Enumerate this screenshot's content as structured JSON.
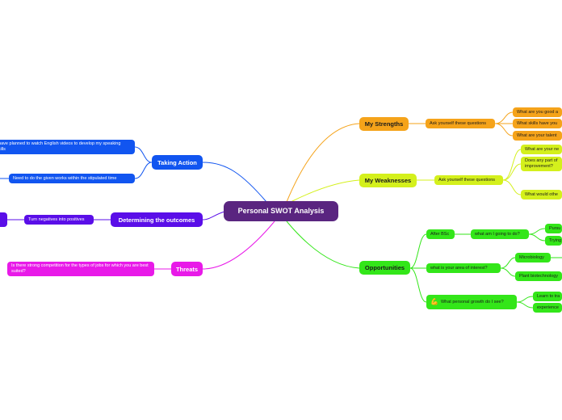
{
  "colors": {
    "central": "#5a2580",
    "strengths": "#f5a31a",
    "weaknesses": "#d4f01c",
    "opportunities": "#33e619",
    "taking_action": "#1155f0",
    "outcomes": "#5a0ee8",
    "threats": "#e81ae8"
  },
  "central": {
    "label": "Personal SWOT Analysis"
  },
  "strengths": {
    "label": "My Strengths",
    "sub": "Ask yourself these questions",
    "items": [
      "What are you good a",
      "What skills have you",
      "What are your talent"
    ]
  },
  "weaknesses": {
    "label": "My Weaknesses",
    "sub": "Ask yourself these questions",
    "items": [
      "What are your ne",
      "Does any part of improvement?",
      "What would othe"
    ]
  },
  "opportunities": {
    "label": "Opportunities",
    "after_bsc": "After BSc",
    "going_to_do": "what am I going to do?",
    "going_items": [
      "Pursu",
      "Trying"
    ],
    "interest": "what is your area of interest?",
    "interest_items": [
      "Microbiology",
      "Plant biotechnology"
    ],
    "growth": "What personal growth do I see?",
    "growth_icon": "flexed-biceps-icon",
    "growth_items": [
      "Learn to tra",
      "experience"
    ]
  },
  "taking_action": {
    "label": "Taking Action",
    "items": [
      "I have planned to watch English videos to develop my speaking skills",
      "Need to do the given works within the stipulated time"
    ]
  },
  "outcomes": {
    "label": "Determining the outcomes",
    "sub": "Turn negatives into positives"
  },
  "threats": {
    "label": "Threats",
    "sub": "Is there strong competition for the types of jobs for which you are best suited?"
  }
}
